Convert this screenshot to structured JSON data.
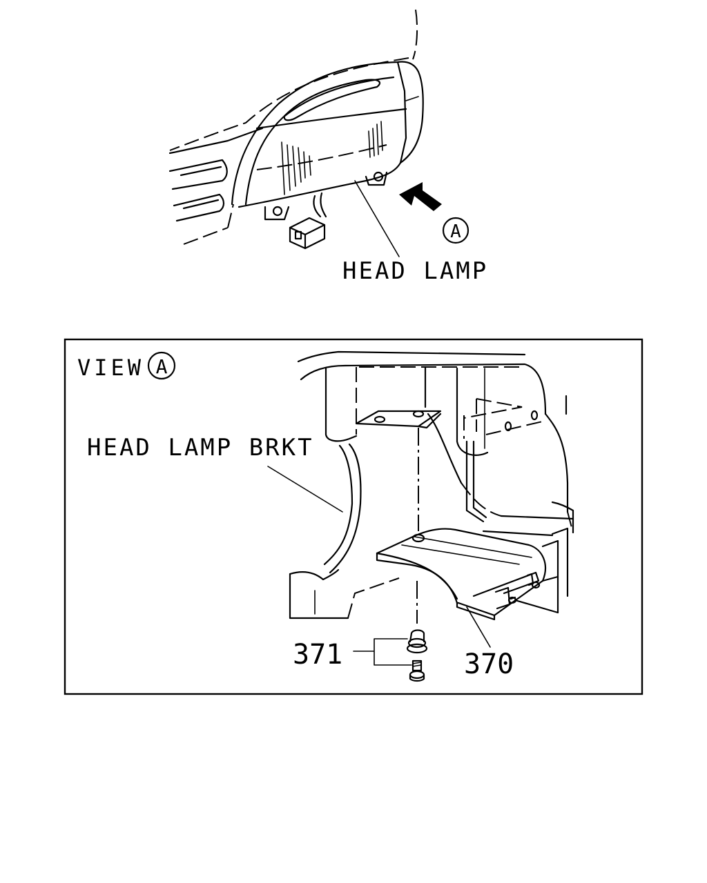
{
  "labels": {
    "head_lamp": "HEAD LAMP",
    "view_label": "VIEW",
    "view_marker": "A",
    "callout_marker": "A",
    "head_lamp_brkt": "HEAD LAMP BRKT",
    "part_371": "371",
    "part_370": "370"
  },
  "colors": {
    "line": "#000000",
    "background": "#ffffff"
  },
  "icons": {
    "view_direction": "arrow-icon",
    "circled_letter": "circle-marker-icon"
  }
}
